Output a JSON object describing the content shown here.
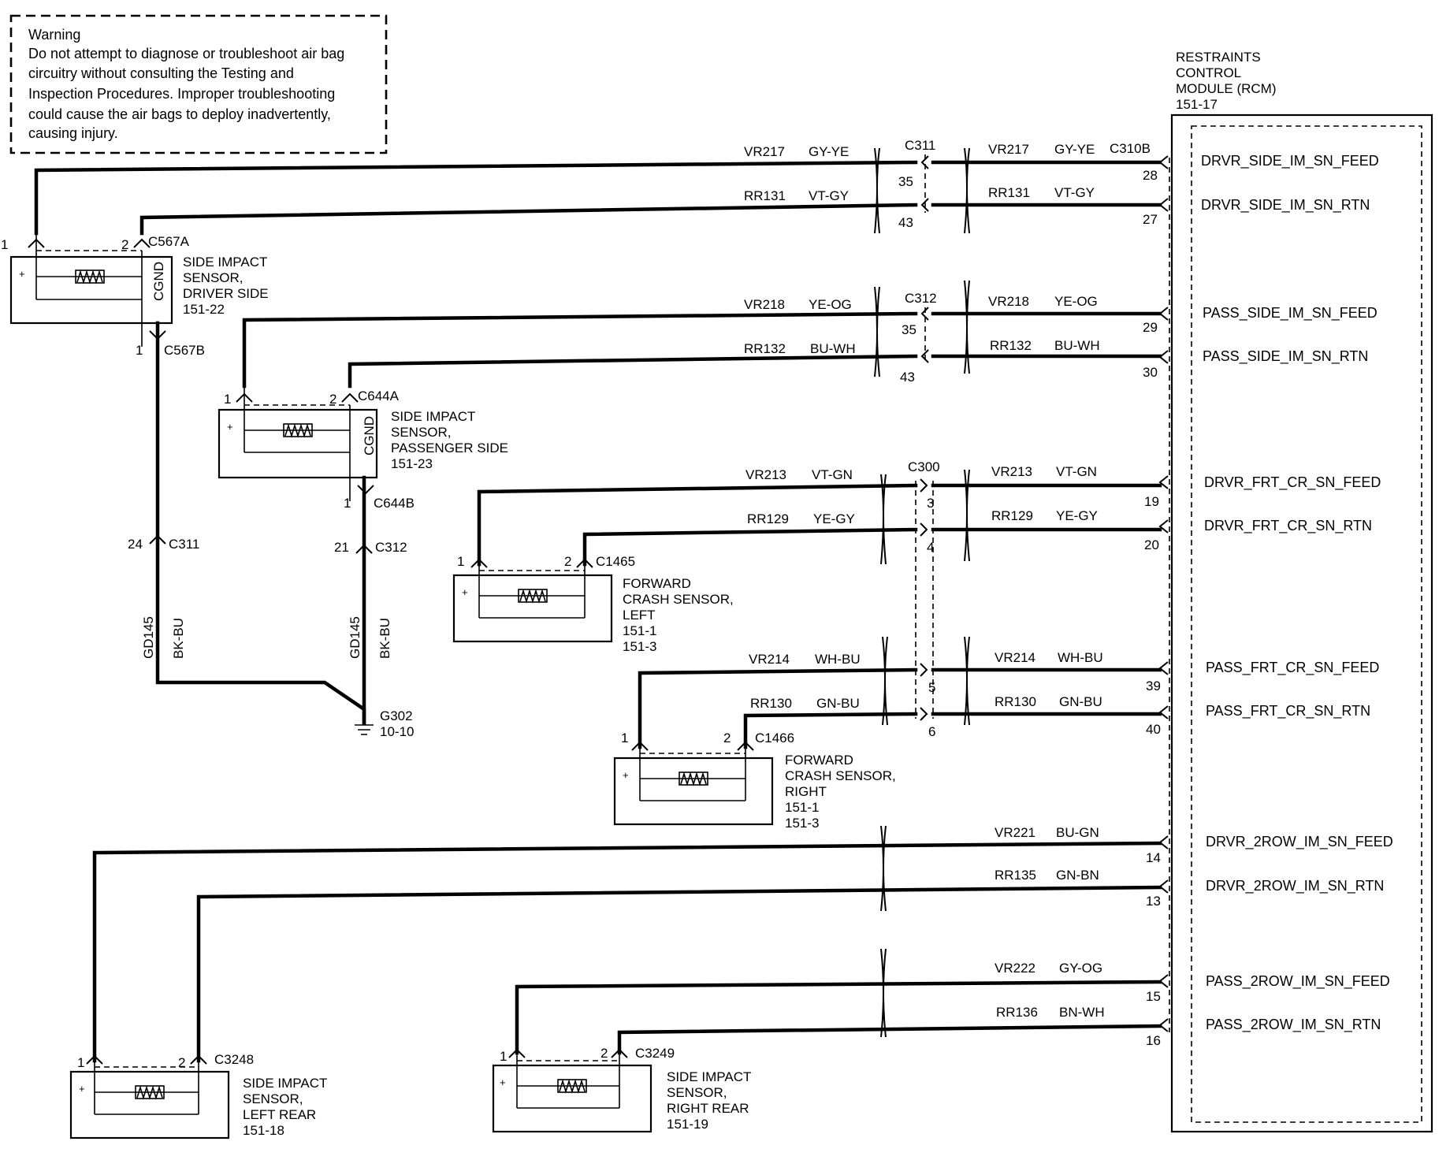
{
  "warning": {
    "title": "Warning",
    "lines": [
      "Do not attempt to diagnose or troubleshoot air bag",
      "circuitry without consulting the Testing and",
      "Inspection Procedures.  Improper troubleshooting",
      "could cause the air bags to deploy inadvertently,",
      "causing injury."
    ]
  },
  "rcm": {
    "lines": [
      "RESTRAINTS",
      "CONTROL",
      "MODULE (RCM)",
      "151-17"
    ]
  },
  "circuits": [
    {
      "signal": "DRVR_SIDE_IM_SN_FEED",
      "pin": "28",
      "circuit_left": "VR217",
      "color_left": "GY-YE",
      "circuit_right": "VR217",
      "color_right": "GY-YE",
      "inline_pin": "35"
    },
    {
      "signal": "DRVR_SIDE_IM_SN_RTN",
      "pin": "27",
      "circuit_left": "RR131",
      "color_left": "VT-GY",
      "circuit_right": "RR131",
      "color_right": "VT-GY",
      "inline_pin": "43"
    },
    {
      "signal": "PASS_SIDE_IM_SN_FEED",
      "pin": "29",
      "circuit_left": "VR218",
      "color_left": "YE-OG",
      "circuit_right": "VR218",
      "color_right": "YE-OG",
      "inline_pin": "35"
    },
    {
      "signal": "PASS_SIDE_IM_SN_RTN",
      "pin": "30",
      "circuit_left": "RR132",
      "color_left": "BU-WH",
      "circuit_right": "RR132",
      "color_right": "BU-WH",
      "inline_pin": "43"
    },
    {
      "signal": "DRVR_FRT_CR_SN_FEED",
      "pin": "19",
      "circuit_left": "VR213",
      "color_left": "VT-GN",
      "circuit_right": "VR213",
      "color_right": "VT-GN",
      "inline_pin": "3"
    },
    {
      "signal": "DRVR_FRT_CR_SN_RTN",
      "pin": "20",
      "circuit_left": "RR129",
      "color_left": "YE-GY",
      "circuit_right": "RR129",
      "color_right": "YE-GY",
      "inline_pin": "4"
    },
    {
      "signal": "PASS_FRT_CR_SN_FEED",
      "pin": "39",
      "circuit_left": "VR214",
      "color_left": "WH-BU",
      "circuit_right": "VR214",
      "color_right": "WH-BU",
      "inline_pin": "5"
    },
    {
      "signal": "PASS_FRT_CR_SN_RTN",
      "pin": "40",
      "circuit_left": "RR130",
      "color_left": "GN-BU",
      "circuit_right": "RR130",
      "color_right": "GN-BU",
      "inline_pin": "6"
    },
    {
      "signal": "DRVR_2ROW_IM_SN_FEED",
      "pin": "14",
      "circuit": "VR221",
      "color": "BU-GN"
    },
    {
      "signal": "DRVR_2ROW_IM_SN_RTN",
      "pin": "13",
      "circuit": "RR135",
      "color": "GN-BN"
    },
    {
      "signal": "PASS_2ROW_IM_SN_FEED",
      "pin": "15",
      "circuit": "VR222",
      "color": "GY-OG"
    },
    {
      "signal": "PASS_2ROW_IM_SN_RTN",
      "pin": "16",
      "circuit": "RR136",
      "color": "BN-WH"
    }
  ],
  "inline_connectors": {
    "c311": "C311",
    "c312": "C312",
    "c300": "C300",
    "c310b": "C310B"
  },
  "sensors": {
    "driver_side": {
      "connector": "C567A",
      "lines": [
        "SIDE IMPACT",
        "SENSOR,",
        "DRIVER SIDE",
        "151-22"
      ],
      "pin1": "1",
      "pin2": "2",
      "cgnd": "CGND",
      "gnd_connector": "C567B",
      "gnd_pin": "1"
    },
    "passenger_side": {
      "connector": "C644A",
      "lines": [
        "SIDE IMPACT",
        "SENSOR,",
        "PASSENGER SIDE",
        "151-23"
      ],
      "pin1": "1",
      "pin2": "2",
      "cgnd": "CGND",
      "gnd_connector": "C644B",
      "gnd_pin": "1"
    },
    "fwd_left": {
      "connector": "C1465",
      "lines": [
        "FORWARD",
        "CRASH SENSOR,",
        "LEFT",
        "151-1",
        "151-3"
      ],
      "pin1": "1",
      "pin2": "2"
    },
    "fwd_right": {
      "connector": "C1466",
      "lines": [
        "FORWARD",
        "CRASH SENSOR,",
        "RIGHT",
        "151-1",
        "151-3"
      ],
      "pin1": "1",
      "pin2": "2"
    },
    "left_rear": {
      "connector": "C3248",
      "lines": [
        "SIDE IMPACT",
        "SENSOR,",
        "LEFT REAR",
        "151-18"
      ],
      "pin1": "1",
      "pin2": "2"
    },
    "right_rear": {
      "connector": "C3249",
      "lines": [
        "SIDE IMPACT",
        "SENSOR,",
        "RIGHT REAR",
        "151-19"
      ],
      "pin1": "1",
      "pin2": "2"
    }
  },
  "ground": {
    "left_pin": "24",
    "left_connector": "C311",
    "right_pin": "21",
    "right_connector": "C312",
    "left_circuit": "GD145",
    "left_color": "BK-BU",
    "right_circuit": "GD145",
    "right_color": "BK-BU",
    "ground_id": "G302",
    "ground_ref": "10-10"
  }
}
